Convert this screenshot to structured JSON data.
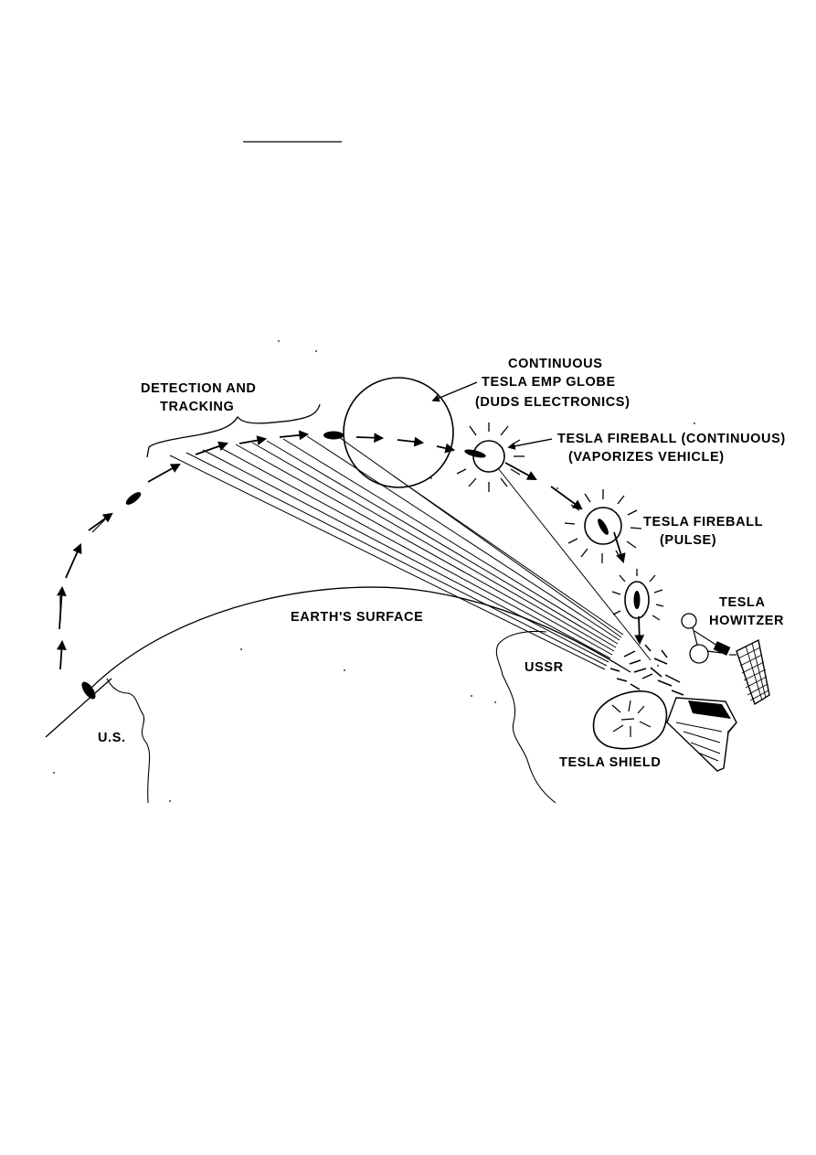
{
  "labels": {
    "detection": [
      "DETECTION AND",
      "TRACKING"
    ],
    "emp_globe": [
      "CONTINUOUS",
      "TESLA EMP GLOBE",
      "(DUDS ELECTRONICS)"
    ],
    "fireball_continuous": [
      "TESLA FIREBALL (CONTINUOUS)",
      "(VAPORIZES VEHICLE)"
    ],
    "fireball_pulse": [
      "TESLA FIREBALL",
      "(PULSE)"
    ],
    "howitzer": [
      "TESLA",
      "HOWITZER"
    ],
    "earth_surface": "EARTH'S SURFACE",
    "us": "U.S.",
    "ussr": "USSR",
    "shield": "TESLA SHIELD"
  }
}
